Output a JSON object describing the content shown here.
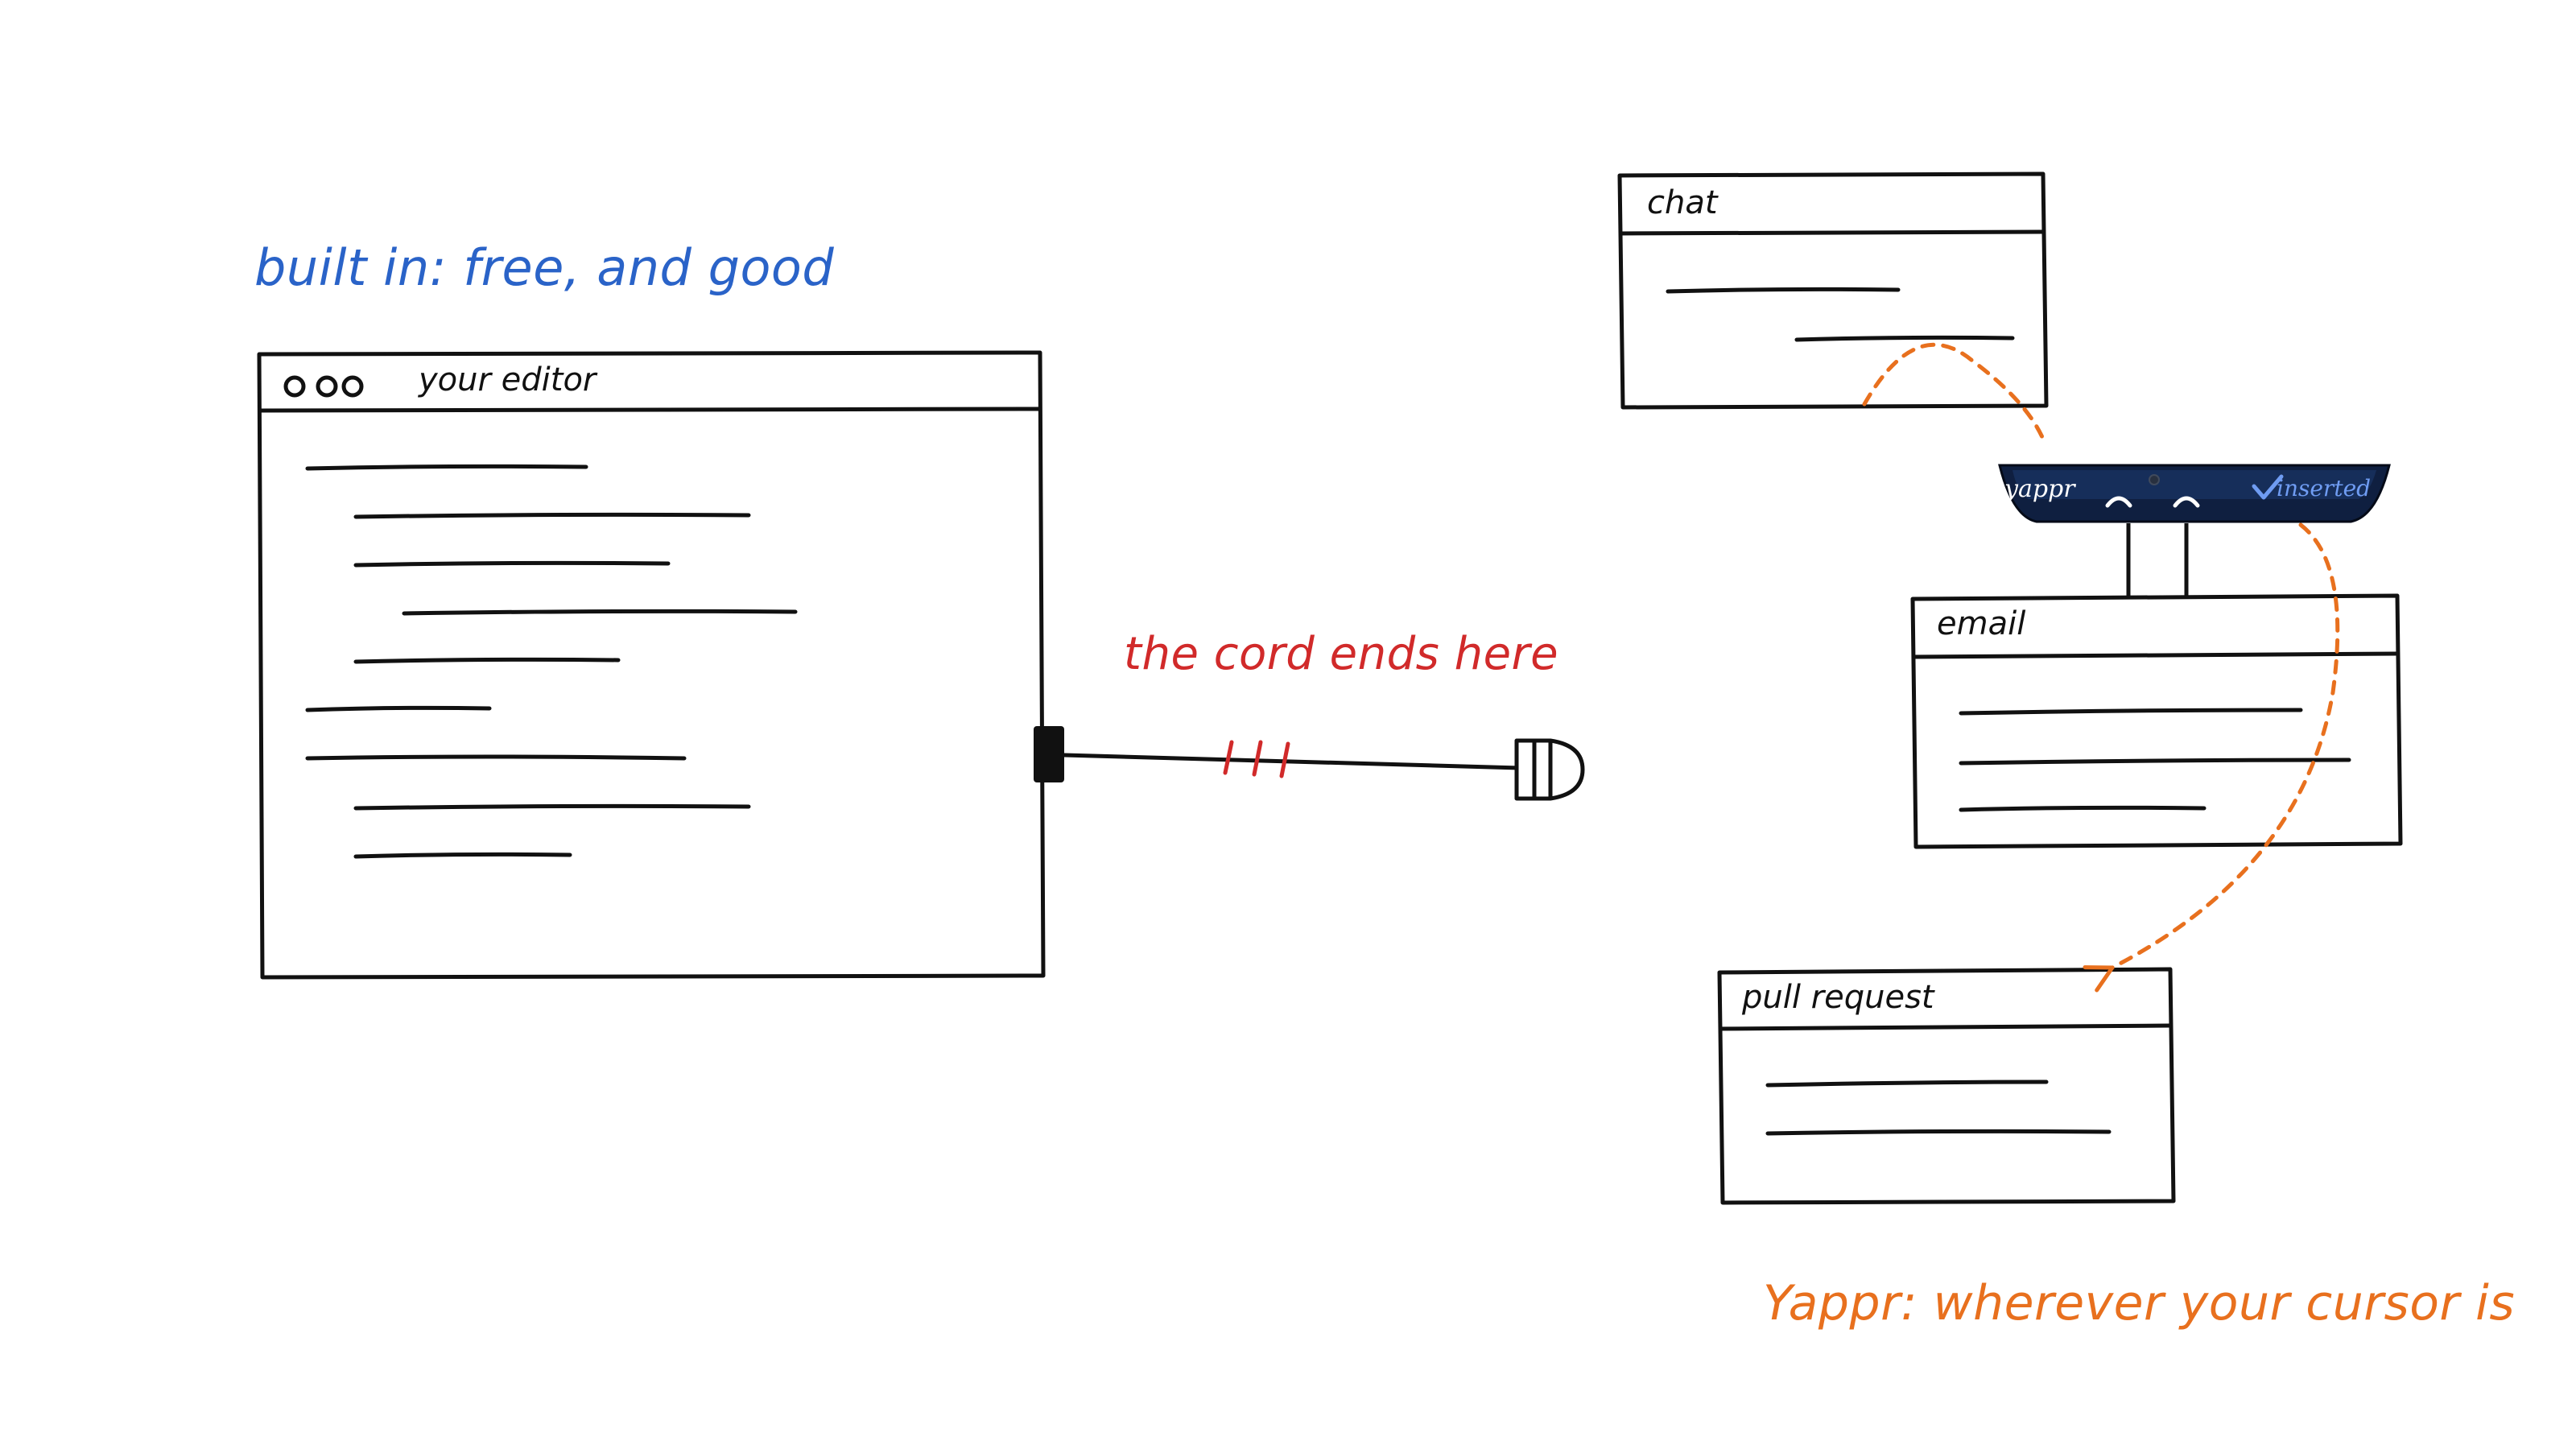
{
  "captions": {
    "built_in": "built in: free, and good",
    "cord": "the cord ends here",
    "yappr": "Yappr: wherever your cursor is"
  },
  "windows": {
    "editor": {
      "title": "your editor"
    },
    "chat": {
      "title": "chat"
    },
    "email": {
      "title": "email"
    },
    "pull_request": {
      "title": "pull request"
    }
  },
  "yappr_pill": {
    "brand": "yappr",
    "status": "inserted"
  },
  "colors": {
    "builtin_caption": "#2a63c8",
    "cord_caption": "#d12a2a",
    "yappr_caption": "#e8701e",
    "pill_background": "#0f1f40",
    "status_text": "#6f9cf2"
  },
  "icons": {
    "traffic_lights": "three-dots-icon",
    "plug": "plug-icon",
    "check": "check-icon"
  }
}
